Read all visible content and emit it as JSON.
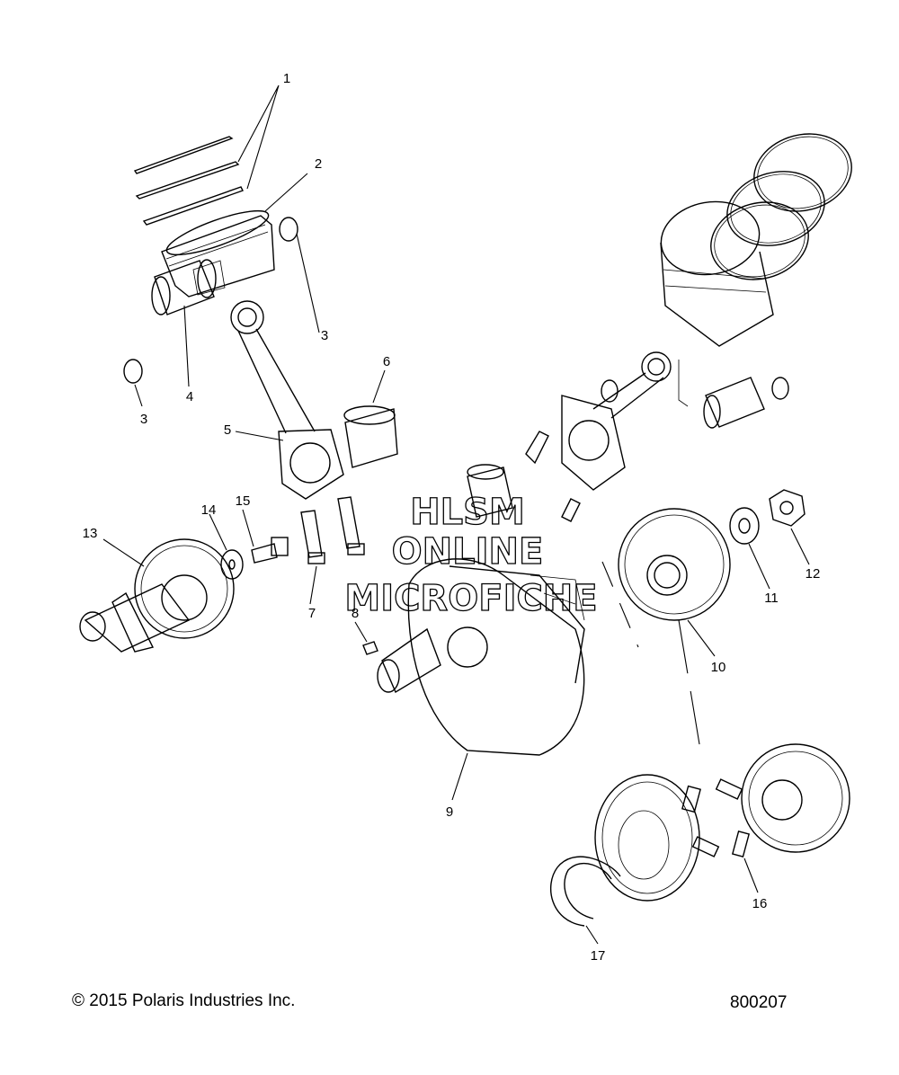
{
  "callouts": [
    "1",
    "2",
    "3",
    "4",
    "3",
    "6",
    "5",
    "15",
    "14",
    "13",
    "7",
    "8",
    "9",
    "10",
    "11",
    "12",
    "16",
    "17"
  ],
  "watermark": [
    "HLSM",
    "ONLINE",
    "MICROFICHE"
  ],
  "footer": {
    "copyright": "© 2015 Polaris Industries Inc.",
    "diagram_id": "800207"
  }
}
